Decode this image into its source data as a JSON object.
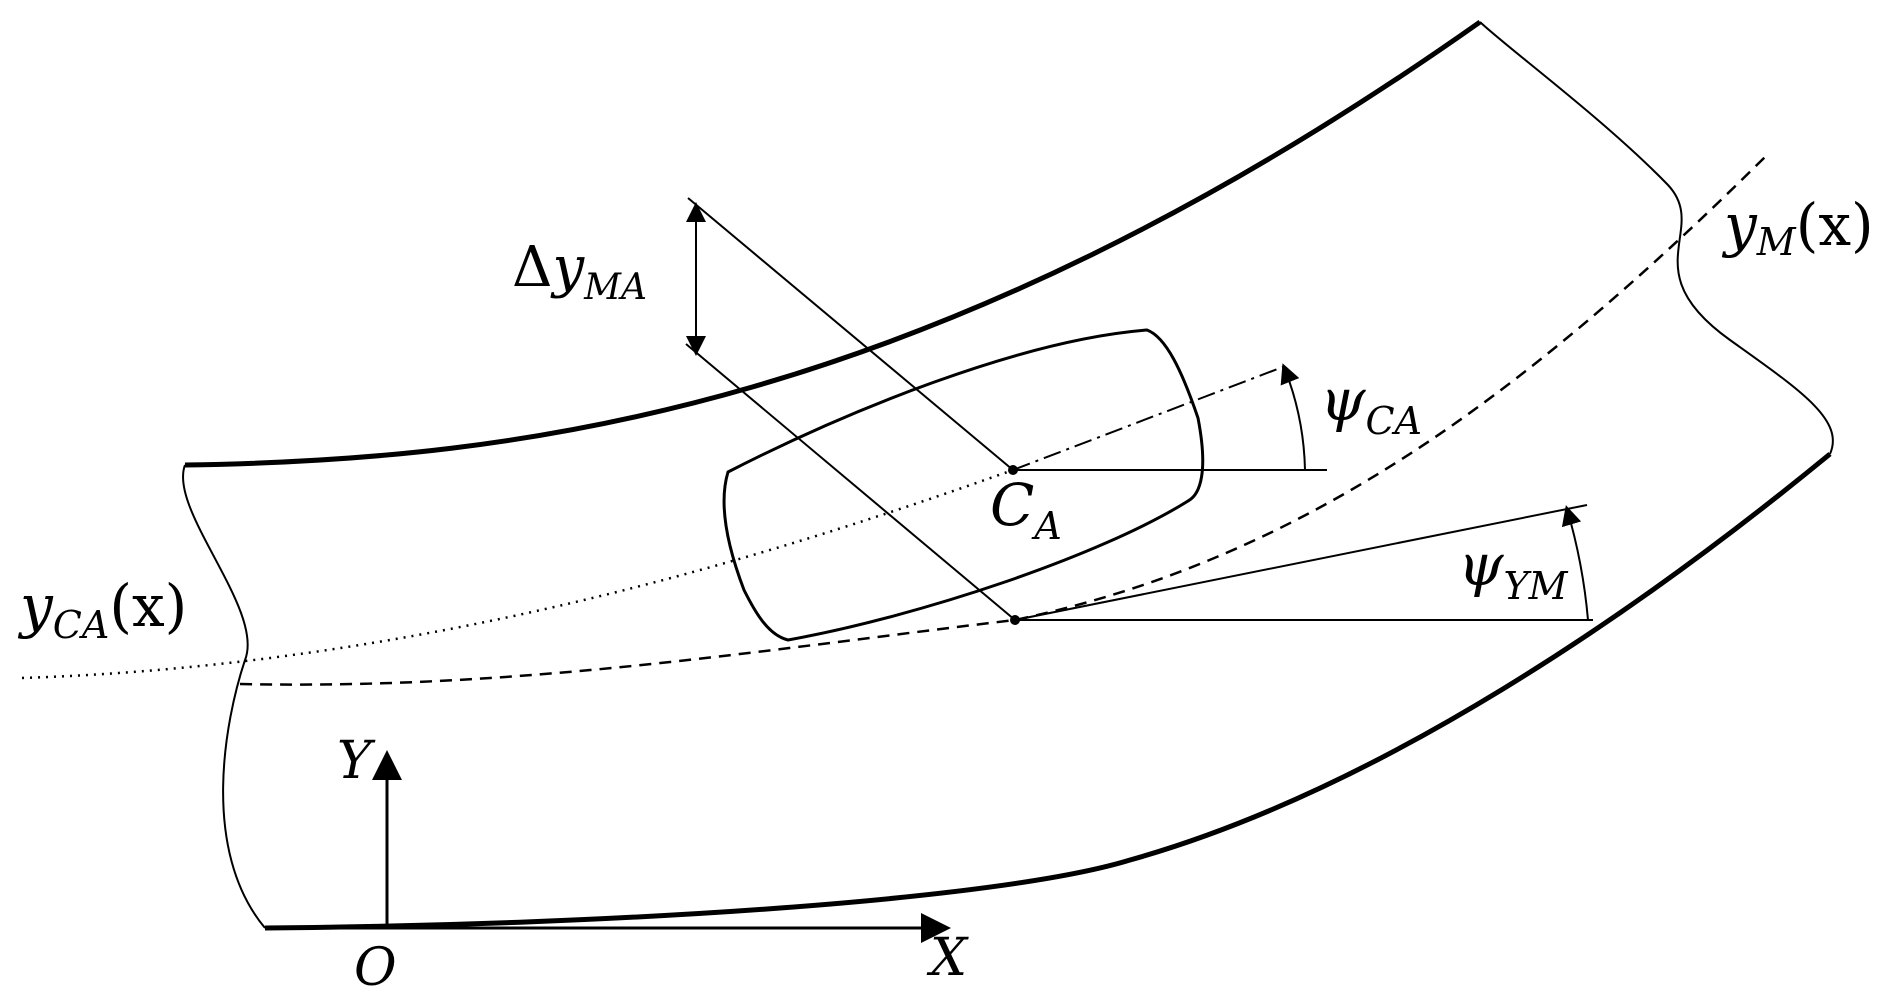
{
  "labels": {
    "delta_y": {
      "prefix": "Δ",
      "main": "y",
      "sub": "MA"
    },
    "psi_ca": {
      "main": "ψ",
      "sub": "CA"
    },
    "psi_ym": {
      "main": "ψ",
      "sub": "YM"
    },
    "ym_x": {
      "main": "y",
      "sub": "M",
      "arg": "(x)"
    },
    "yca_x": {
      "main": "y",
      "sub": "CA",
      "arg": "(x)"
    },
    "ca_point": {
      "main": "C",
      "sub": "A"
    },
    "axis_y": "Y",
    "axis_x": "X",
    "origin": "O"
  },
  "colors": {
    "ink": "#000000",
    "background": "#ffffff"
  }
}
